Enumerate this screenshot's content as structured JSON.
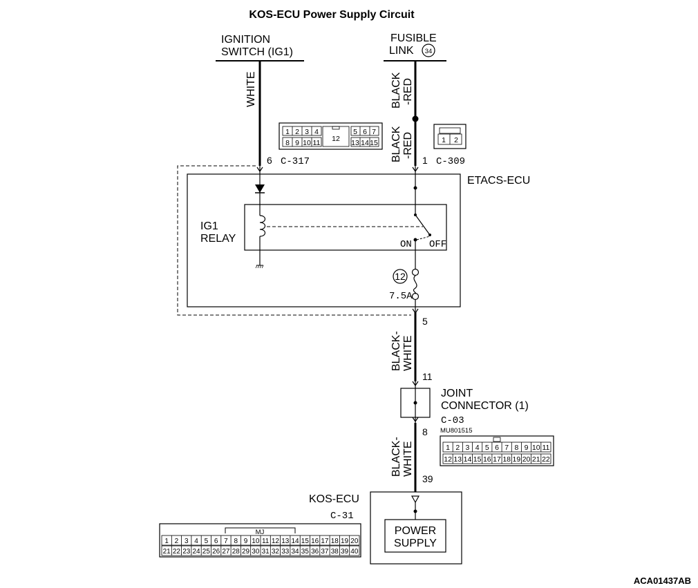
{
  "title": "KOS-ECU  Power Supply Circuit",
  "ignition": {
    "line1": "IGNITION",
    "line2": "SWITCH (IG1)",
    "wire": "WHITE",
    "pin": "6",
    "connector": "C-317"
  },
  "fusible": {
    "line1": "FUSIBLE",
    "line2": "LINK",
    "number": "34",
    "wire_upper": [
      "BLACK",
      "-RED"
    ],
    "wire_lower": [
      "BLACK",
      "-RED"
    ],
    "pin": "1",
    "connector": "C-309"
  },
  "etacs": {
    "label": "ETACS-ECU"
  },
  "relay": {
    "line1": "IG1",
    "line2": "RELAY",
    "on": "ON",
    "off": "OFF"
  },
  "fuse": {
    "number": "12",
    "rating": "7.5A"
  },
  "etacs_out": {
    "pin": "5",
    "wire": [
      "BLACK-",
      "WHITE"
    ]
  },
  "joint": {
    "pin_in": "11",
    "line1": "JOINT",
    "line2": "CONNECTOR (1)",
    "connector": "C-03",
    "part": "MU801515",
    "pin_out": "8",
    "wire": [
      "BLACK-",
      "WHITE"
    ]
  },
  "kos": {
    "pin": "39",
    "label": "KOS-ECU",
    "connector": "C-31",
    "box_line1": "POWER",
    "box_line2": "SUPPLY",
    "mj": "MJ"
  },
  "c317_cells": {
    "top": [
      "1",
      "2",
      "3",
      "4",
      "12",
      "5",
      "6",
      "7"
    ],
    "bottom": [
      "8",
      "9",
      "10",
      "11",
      "13",
      "14",
      "15"
    ]
  },
  "c309_cells": [
    "1",
    "2"
  ],
  "c03_cells": {
    "top": [
      "1",
      "2",
      "3",
      "4",
      "5",
      "6",
      "7",
      "8",
      "9",
      "10",
      "11"
    ],
    "bottom": [
      "12",
      "13",
      "14",
      "15",
      "16",
      "17",
      "18",
      "19",
      "20",
      "21",
      "22"
    ]
  },
  "c31_cells": {
    "top": [
      "1",
      "2",
      "3",
      "4",
      "5",
      "6",
      "7",
      "8",
      "9",
      "10",
      "11",
      "12",
      "13",
      "14",
      "15",
      "16",
      "17",
      "18",
      "19",
      "20"
    ],
    "bottom": [
      "21",
      "22",
      "23",
      "24",
      "25",
      "26",
      "27",
      "28",
      "29",
      "30",
      "31",
      "32",
      "33",
      "34",
      "35",
      "36",
      "37",
      "38",
      "39",
      "40"
    ]
  },
  "footer_code": "ACA01437AB"
}
